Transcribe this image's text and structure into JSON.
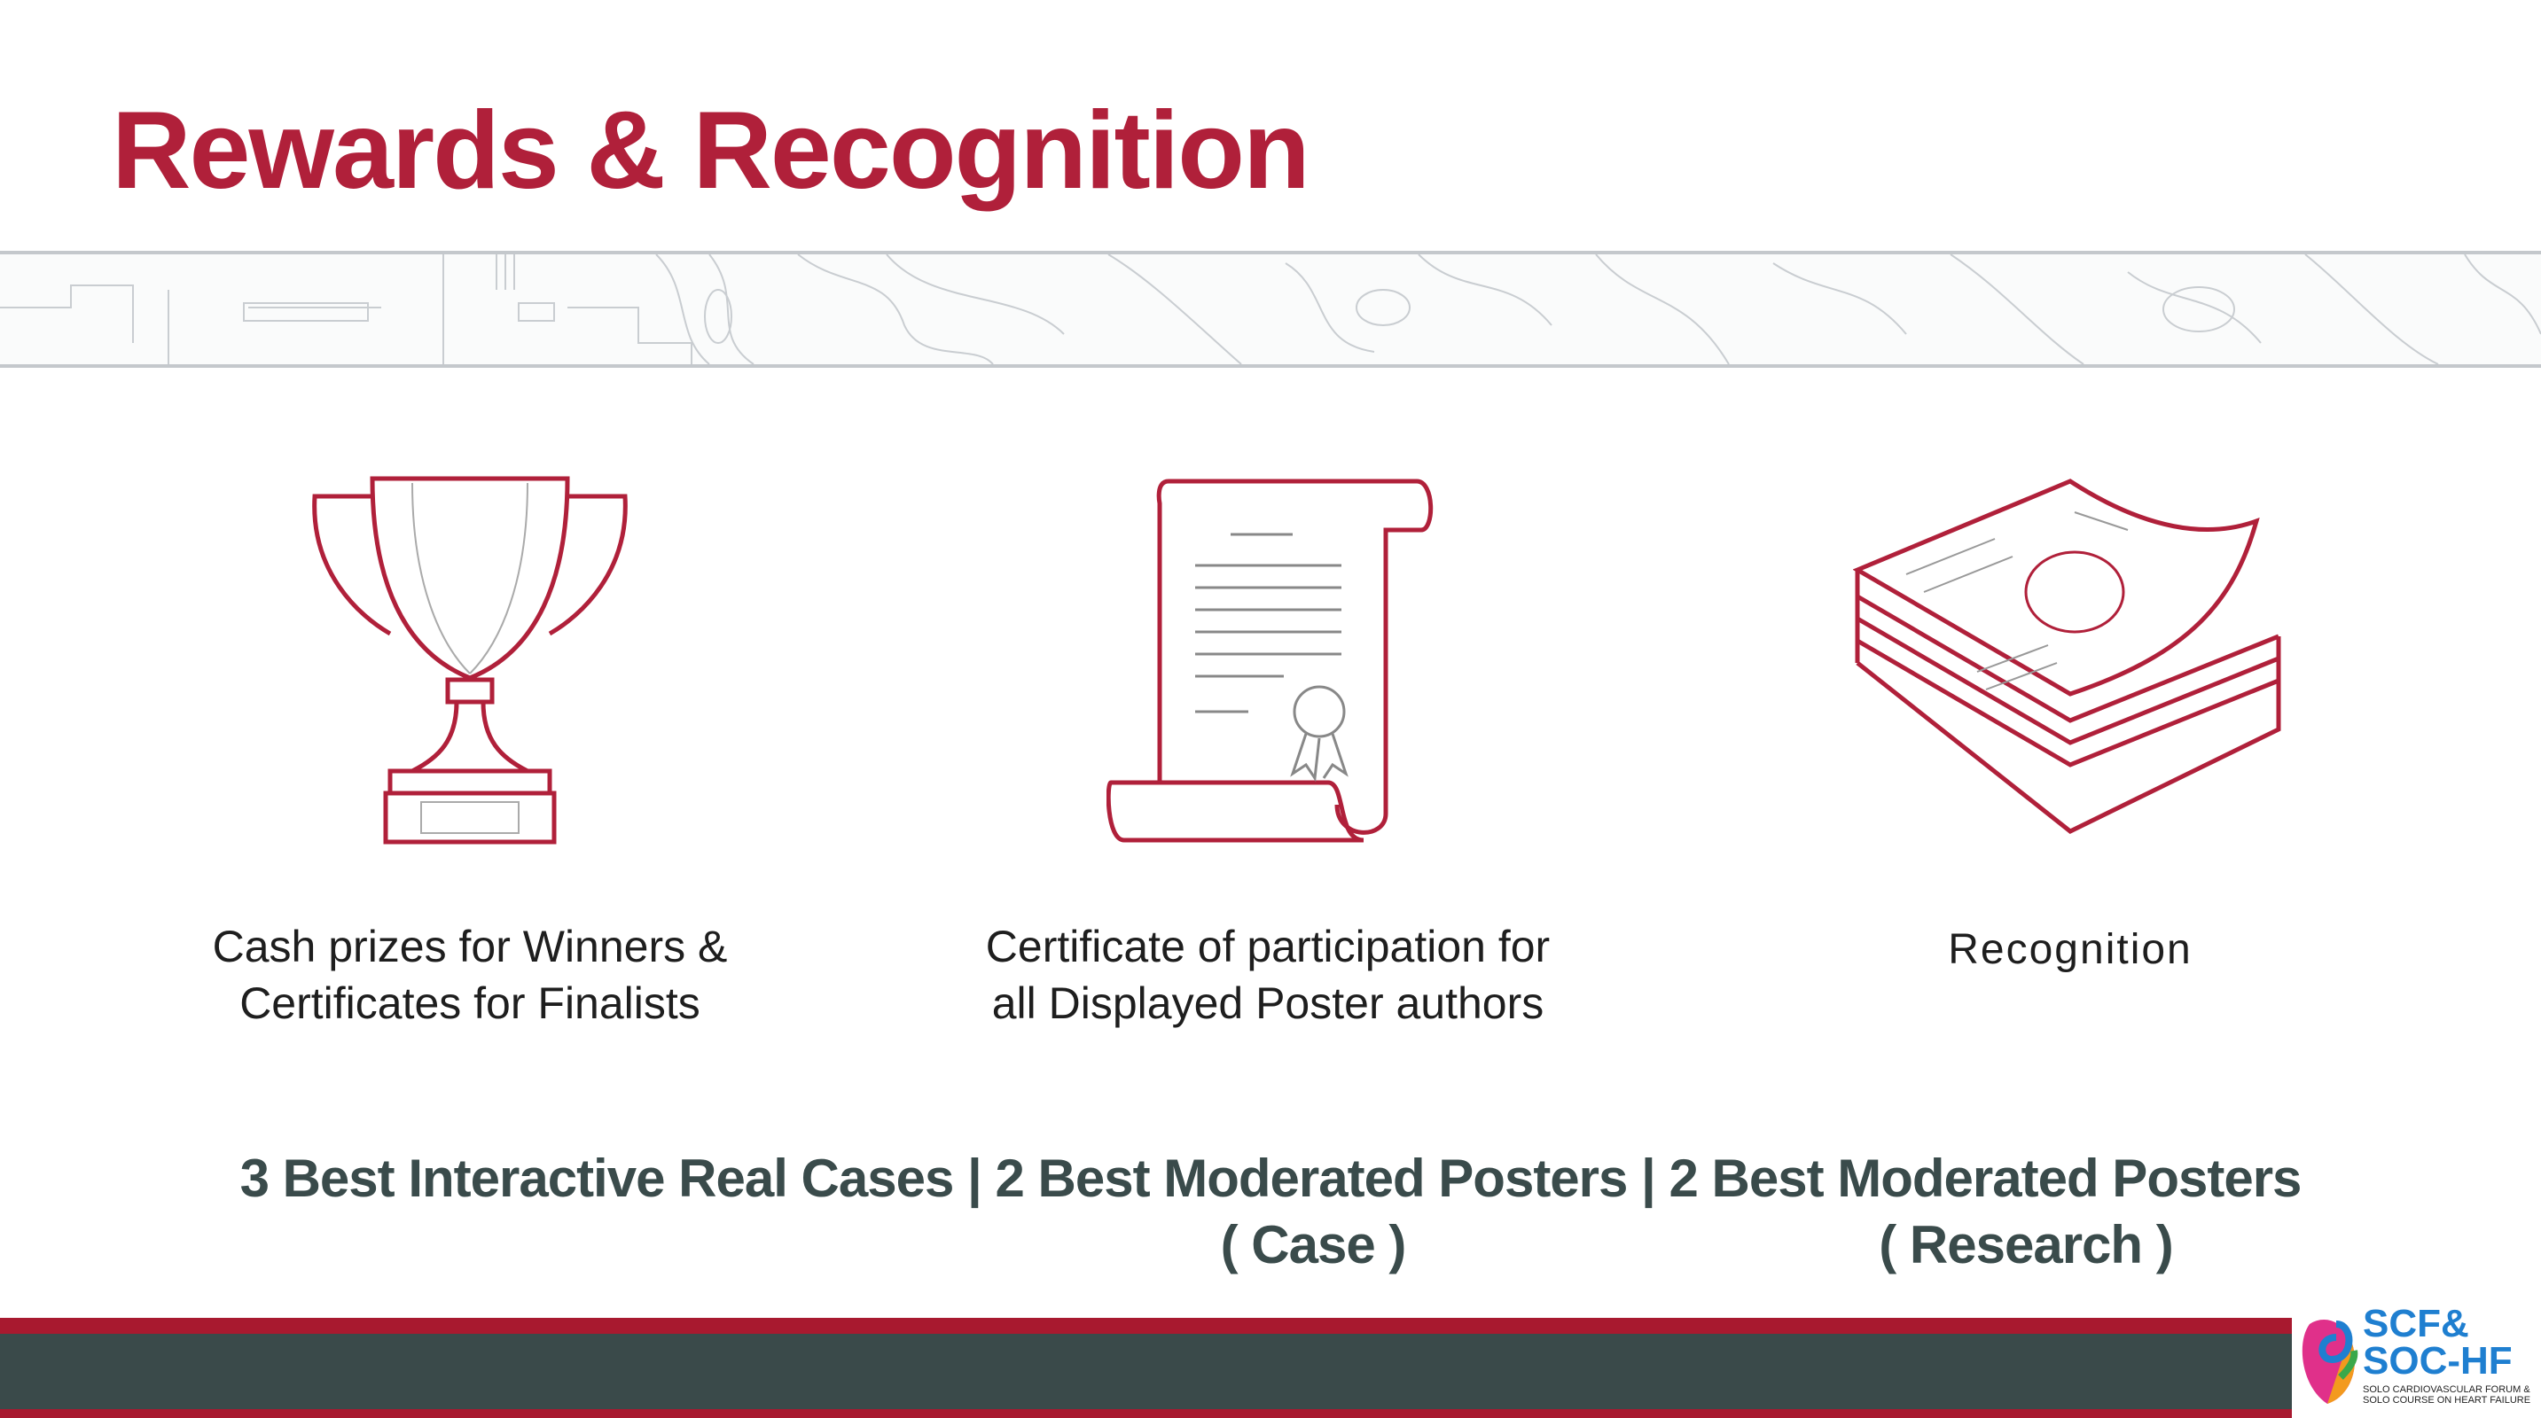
{
  "title": "Rewards & Recognition",
  "cards": [
    {
      "icon": "trophy-icon",
      "lines": [
        "Cash prizes for Winners &",
        "Certificates for Finalists"
      ]
    },
    {
      "icon": "certificate-scroll-icon",
      "lines": [
        "Certificate of participation for",
        "all Displayed Poster authors"
      ]
    },
    {
      "icon": "stacked-papers-icon",
      "lines": [
        "Recognition"
      ]
    }
  ],
  "awards": {
    "line1": "3 Best Interactive Real Cases | 2 Best Moderated Posters | 2 Best Moderated Posters",
    "case": "( Case )",
    "research": "( Research )"
  },
  "logo": {
    "line1": "SCF&",
    "line2": "SOC-HF",
    "sub1": "SOLO CARDIOVASCULAR FORUM &",
    "sub2": "SOLO COURSE ON HEART FAILURE"
  },
  "colors": {
    "accent": "#b0203a",
    "text": "#3a4b4b",
    "footer": "#3a4a4a"
  }
}
